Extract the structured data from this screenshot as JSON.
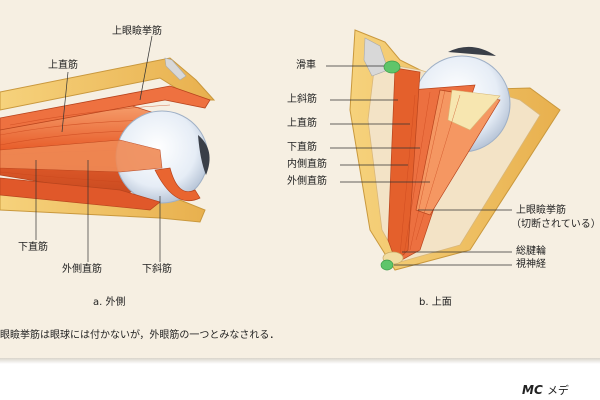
{
  "figure_a": {
    "caption": "a. 外側",
    "labels": {
      "levator": "上眼瞼挙筋",
      "superior_rectus": "上直筋",
      "inferior_rectus": "下直筋",
      "lateral_rectus": "外側直筋",
      "inferior_oblique": "下斜筋"
    }
  },
  "figure_b": {
    "caption": "b. 上面",
    "labels": {
      "trochlea": "滑車",
      "superior_oblique": "上斜筋",
      "superior_rectus": "上直筋",
      "inferior_rectus": "下直筋",
      "medial_rectus": "内側直筋",
      "lateral_rectus": "外側直筋",
      "levator_cut_1": "上眼瞼挙筋",
      "levator_cut_2": "（切断されている）",
      "annulus": "総腱輪",
      "optic_nerve": "視神経"
    }
  },
  "footnote": "眼瞼挙筋は眼球には付かないが，外眼筋の一つとみなされる．",
  "logo": {
    "mark": "MC",
    "text": "メデ"
  },
  "colors": {
    "panel": "#f6efe2",
    "muscle": "#e8622e",
    "muscle_light": "#f39b63",
    "bone": "#f2c46b",
    "eye": "#e8eef6",
    "cornea": "#3a3f48",
    "tendon": "#f7e6b0",
    "trochlea": "#5fc56a"
  }
}
